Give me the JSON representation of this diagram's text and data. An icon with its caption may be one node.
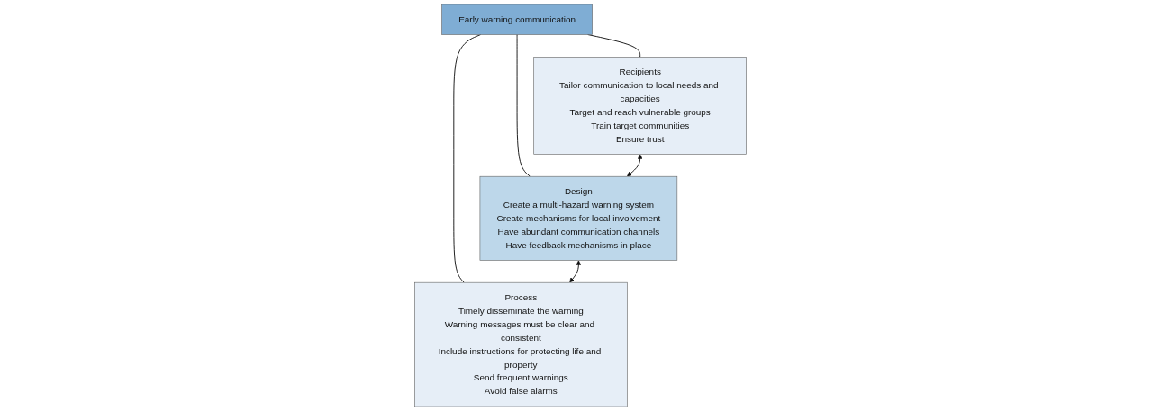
{
  "diagram": {
    "nodes": [
      {
        "text": [
          "Early warning communication"
        ]
      },
      {
        "text": [
          "Recipients",
          "Tailor communication to local needs and capacities",
          "Target and reach vulnerable groups",
          "Train target communities",
          "Ensure trust"
        ]
      },
      {
        "text": [
          "Design",
          "Create a multi-hazard warning system",
          "Create mechanisms for local involvement",
          "Have abundant communication channels",
          "Have feedback mechanisms in place"
        ]
      },
      {
        "text": [
          "Process",
          "Timely disseminate the warning",
          "Warning messages must be clear and consistent",
          "Include instructions for protecting life and property",
          "Send frequent warnings",
          "Avoid false alarms"
        ]
      }
    ],
    "edges": [
      {
        "from": 0,
        "to": 1,
        "arrow": "none"
      },
      {
        "from": 0,
        "to": 2,
        "arrow": "none"
      },
      {
        "from": 0,
        "to": 3,
        "arrow": "none"
      },
      {
        "from": 1,
        "to": 2,
        "arrow": "both"
      },
      {
        "from": 2,
        "to": 3,
        "arrow": "both"
      }
    ]
  }
}
